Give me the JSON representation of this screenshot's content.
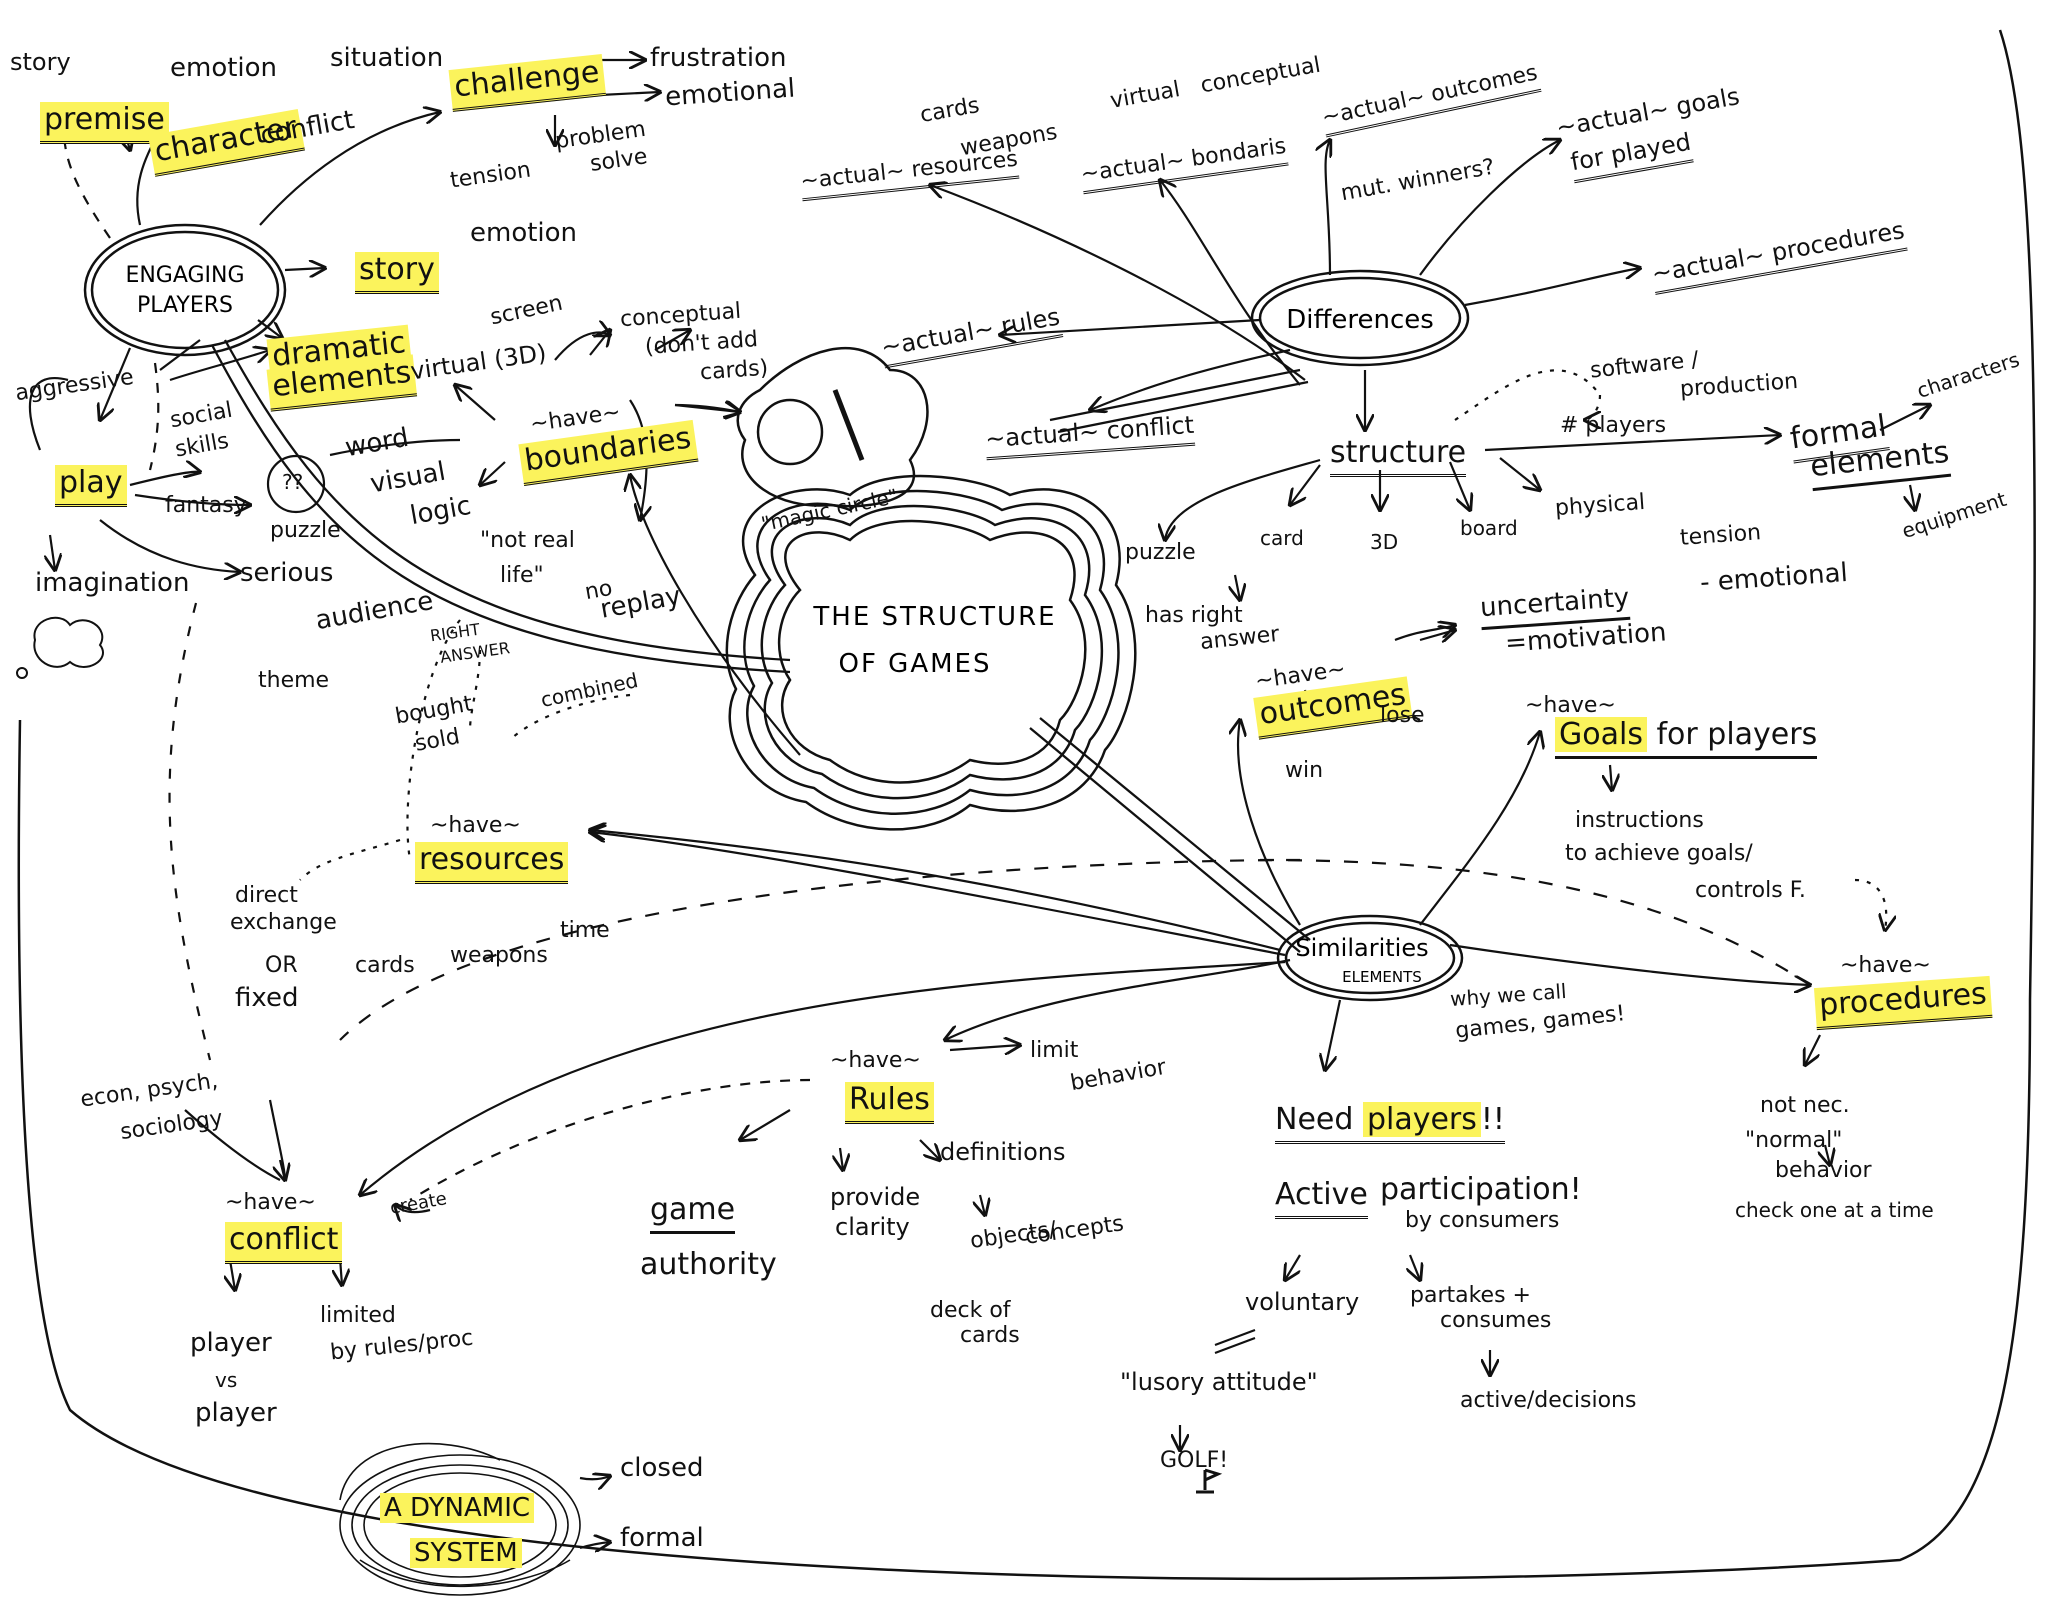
{
  "center": {
    "line1": "THE STRUCTURE",
    "line2": "OF GAMES"
  },
  "engaging": {
    "node_line1": "ENGAGING",
    "node_line2": "PLAYERS",
    "story_small": "story",
    "premise": "premise",
    "emotion1": "emotion",
    "character": "character",
    "situation": "situation",
    "conflict": "conflict",
    "challenge": "challenge",
    "frustration": "frustration",
    "emotional": "emotional",
    "tension": "tension",
    "problem": "problem",
    "solve": "solve",
    "story": "story",
    "emotion2": "emotion",
    "dramatic1": "dramatic",
    "dramatic2": "elements",
    "aggressive": "aggressive",
    "social1": "social",
    "social2": "skills",
    "play": "play",
    "fantasy": "fantasy",
    "puzzle_q": "??",
    "puzzle": "puzzle",
    "serious": "serious",
    "imagination": "imagination",
    "word": "word",
    "visual": "visual",
    "logic": "logic",
    "audience": "audience",
    "theme": "theme",
    "right1": "RIGHT",
    "right2": "ANSWER"
  },
  "boundaries": {
    "label": "boundaries",
    "have": "~have~",
    "screen": "screen",
    "virtual3d": "virtual (3D)",
    "conceptual1": "conceptual",
    "conceptual2": "(don't add",
    "conceptual3": "cards)",
    "magic": "\"magic circle\"",
    "notreal1": "\"not real",
    "notreal2": "life\"",
    "no": "no",
    "replay": "replay"
  },
  "resources": {
    "label": "resources",
    "have": "~have~",
    "bought": "bought",
    "sold": "sold",
    "combined": "combined",
    "direct": "direct",
    "exchange": "exchange",
    "or": "OR",
    "fixed": "fixed",
    "cards": "cards",
    "weapons": "weapons",
    "time": "time"
  },
  "conflict": {
    "label": "conflict",
    "have": "~have~",
    "create": "create",
    "econ1": "econ, psych,",
    "econ2": "sociology",
    "pvp1": "player",
    "pvp2": "vs",
    "pvp3": "player",
    "limited1": "limited",
    "limited2": "by rules/proc"
  },
  "dynamic": {
    "line1": "A DYNAMIC",
    "line2": "SYSTEM",
    "closed": "closed",
    "formal": "formal"
  },
  "differences": {
    "node": "Differences",
    "resources": "~actual~ resources",
    "cards": "cards",
    "weapons": "weapons",
    "virtual": "virtual",
    "conceptual": "conceptual",
    "boundaries": "~actual~ bondaris",
    "outcomes": "~actual~ outcomes",
    "mutwinners": "mut. winners?",
    "goals1": "~actual~ goals",
    "goals2": "for played",
    "procedures": "~actual~ procedures",
    "rules": "~actual~ rules",
    "conflict": "~actual~ conflict",
    "structure": "structure",
    "software1": "software /",
    "software2": "production",
    "players": "# players",
    "card": "card",
    "d3": "3D",
    "board": "board",
    "physical": "physical",
    "puzzle": "puzzle",
    "right1": "has right",
    "right2": "answer",
    "formal1": "formal",
    "formal2": "elements",
    "characters": "characters",
    "equipment": "equipment"
  },
  "similarities": {
    "node1": "Similarities",
    "node2": "ELEMENTS",
    "why1": "why we call",
    "why2": "games, games!",
    "outcomes": "outcomes",
    "have_out": "~have~",
    "win": "win",
    "lose": "lose",
    "uncertainty": "uncertainty",
    "tension": "tension",
    "emotional": "- emotional",
    "motivation": "=motivation",
    "have_goals": "~have~",
    "goals": "Goals",
    "goals_rest": "for players",
    "instr1": "instructions",
    "instr2": "to achieve goals/",
    "controls": "controls F.",
    "have_proc": "~have~",
    "procedures": "procedures",
    "notnec": "not nec.",
    "normal": "\"normal\"",
    "behavior": "behavior",
    "check": "check one at a time",
    "have_rules": "~have~",
    "rules": "Rules",
    "limit": "limit",
    "limitbeh": "behavior",
    "game": "game",
    "authority": "authority",
    "provide": "provide",
    "clarity": "clarity",
    "definitions": "definitions",
    "objects": "objects/",
    "concepts": "concepts",
    "deckof": "deck of",
    "decards": "cards",
    "need": "Need",
    "players": "players",
    "need_end": "!!",
    "active": "Active",
    "participation": "participation!",
    "consumers": "by consumers",
    "voluntary": "voluntary",
    "partakes": "partakes +",
    "consumes": "consumes",
    "lusory": "\"lusory attitude\"",
    "golf": "GOLF!",
    "decisions": "active/decisions"
  },
  "colors": {
    "highlight": "#fbf35c",
    "ink": "#111111"
  }
}
